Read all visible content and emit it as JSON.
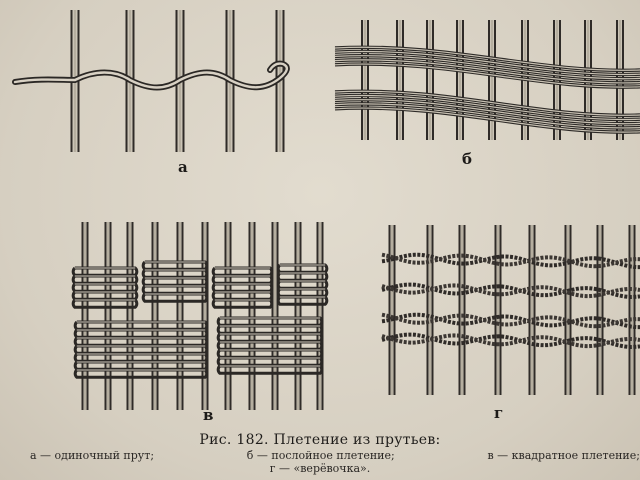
{
  "figures": [
    {
      "label": "а"
    },
    {
      "label": "б"
    },
    {
      "label": "в"
    },
    {
      "label": "г"
    }
  ],
  "caption": {
    "title": "Рис. 182. Плетение из прутьев:",
    "legend_line1": [
      "а — одиночный прут;",
      "б — послойное плетение;",
      "в — квадратное плетение;"
    ],
    "legend_line2": "г — «верёвочка»."
  }
}
